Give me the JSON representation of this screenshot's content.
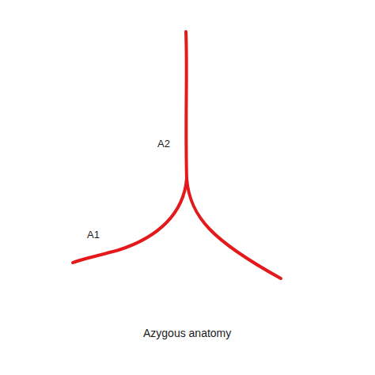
{
  "diagram": {
    "caption": "Azygous anatomy",
    "labels": [
      "A1",
      "A2"
    ]
  }
}
